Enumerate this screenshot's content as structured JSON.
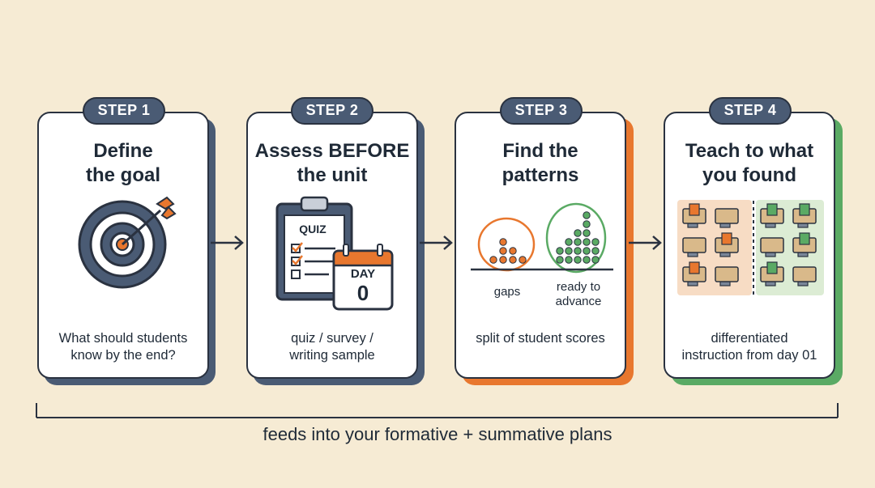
{
  "steps": [
    {
      "badge": "STEP 1",
      "title": "Define\nthe goal",
      "caption": "What should students\nknow by the end?",
      "icon": "target-icon"
    },
    {
      "badge": "STEP 2",
      "title": "Assess BEFORE\nthe unit",
      "caption": "quiz / survey /\nwriting sample",
      "icon": "quiz-calendar-icon",
      "quiz_label": "QUIZ",
      "calendar_label": "DAY",
      "calendar_value": "0"
    },
    {
      "badge": "STEP 3",
      "title": "Find the\npatterns",
      "caption": "split  of student scores",
      "icon": "score-distribution-icon",
      "gaps_label": "gaps",
      "ready_label": "ready to\nadvance"
    },
    {
      "badge": "STEP 4",
      "title": "Teach to what\nyou found",
      "caption": "differentiated\ninstruction from day 01",
      "icon": "classroom-groups-icon"
    }
  ],
  "footer": "feeds into your formative + summative plans",
  "colors": {
    "background": "#f6ebd4",
    "navy": "#4a5b74",
    "outline": "#2a3240",
    "orange": "#e8772e",
    "green": "#5aaa64",
    "peach": "#f7dcc4",
    "mint": "#dcecd4"
  }
}
